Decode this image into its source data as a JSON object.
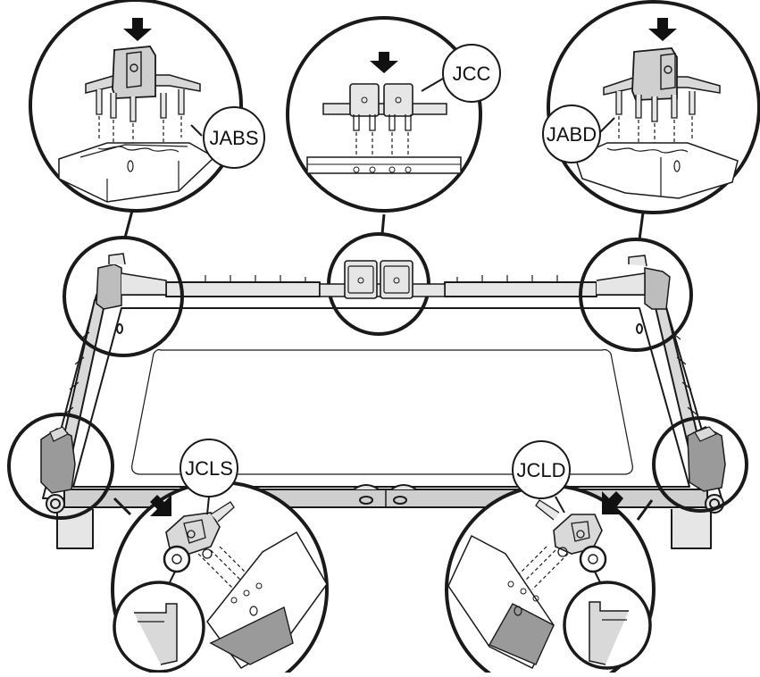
{
  "diagram": {
    "callouts": {
      "top_left": "JABS",
      "top_center": "JCC",
      "top_right": "JABD",
      "bottom_left": "JCLS",
      "bottom_right": "JCLD"
    },
    "colors": {
      "line": "#1a1a1a",
      "part_fill": "#d9d9d9",
      "part_dark": "#9a9a9a",
      "background": "#ffffff"
    },
    "icons": [
      "down-arrow-icon",
      "diagonal-arrow-icon"
    ]
  }
}
